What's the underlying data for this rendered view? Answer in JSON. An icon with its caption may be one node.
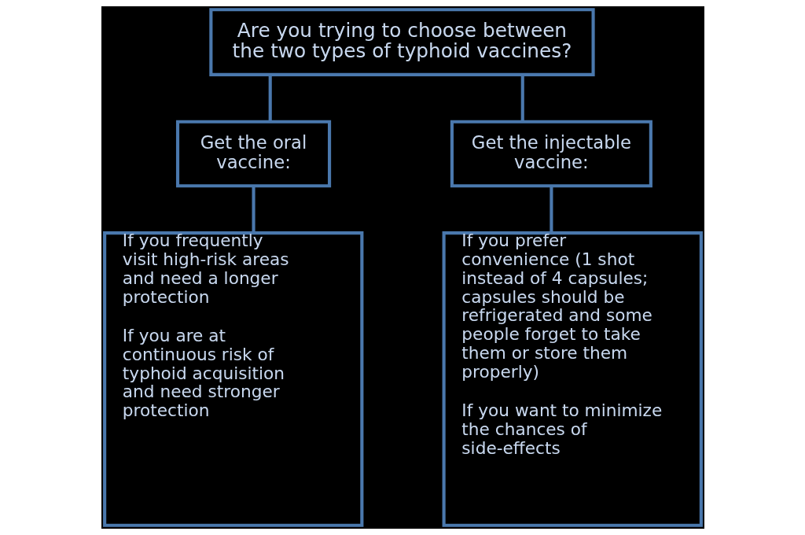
{
  "diagram": {
    "nodes": [
      {
        "text": [
          "Are you trying to choose between the two types of typhoid vaccines?"
        ]
      },
      {
        "text": [
          "Get the oral vaccine:"
        ]
      },
      {
        "text": [
          "Get the injectable vaccine:"
        ]
      },
      {
        "text": [
          "If you frequently visit high-risk areas and need a longer protection",
          "If you are at continuous risk of typhoid acquisition and need stronger protection"
        ]
      },
      {
        "text": [
          "If you prefer convenience (1 shot instead of 4 capsules; capsules should be refrigerated and some people forget to take them or store them properly)",
          "If you want to minimize the chances of side-effects"
        ]
      }
    ],
    "edges": [
      {
        "from": 0,
        "to": 1,
        "arrow": "none"
      },
      {
        "from": 0,
        "to": 2,
        "arrow": "none"
      },
      {
        "from": 1,
        "to": 3,
        "arrow": "none"
      },
      {
        "from": 2,
        "to": 4,
        "arrow": "none"
      }
    ]
  }
}
